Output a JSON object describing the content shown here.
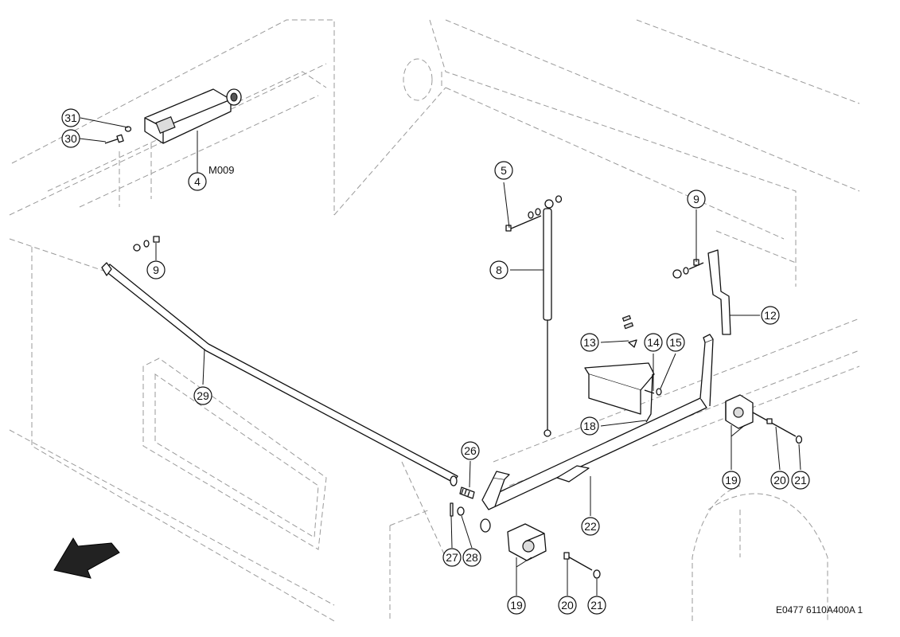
{
  "callouts": [
    {
      "id": "c31",
      "label": "31"
    },
    {
      "id": "c30",
      "label": "30"
    },
    {
      "id": "c4",
      "label": "4"
    },
    {
      "id": "c5",
      "label": "5"
    },
    {
      "id": "c8",
      "label": "8"
    },
    {
      "id": "c9a",
      "label": "9"
    },
    {
      "id": "c9b",
      "label": "9"
    },
    {
      "id": "c12",
      "label": "12"
    },
    {
      "id": "c13",
      "label": "13"
    },
    {
      "id": "c14",
      "label": "14"
    },
    {
      "id": "c15",
      "label": "15"
    },
    {
      "id": "c18",
      "label": "18"
    },
    {
      "id": "c29",
      "label": "29"
    },
    {
      "id": "c26",
      "label": "26"
    },
    {
      "id": "c22",
      "label": "22"
    },
    {
      "id": "c19a",
      "label": "19"
    },
    {
      "id": "c20a",
      "label": "20"
    },
    {
      "id": "c21a",
      "label": "21"
    },
    {
      "id": "c27",
      "label": "27"
    },
    {
      "id": "c28",
      "label": "28"
    },
    {
      "id": "c19b",
      "label": "19"
    },
    {
      "id": "c20b",
      "label": "20"
    },
    {
      "id": "c21b",
      "label": "21"
    }
  ],
  "component_code": "M009",
  "drawing_reference": "E0477 6110A400A 1",
  "direction_arrow": "arrow-icon"
}
